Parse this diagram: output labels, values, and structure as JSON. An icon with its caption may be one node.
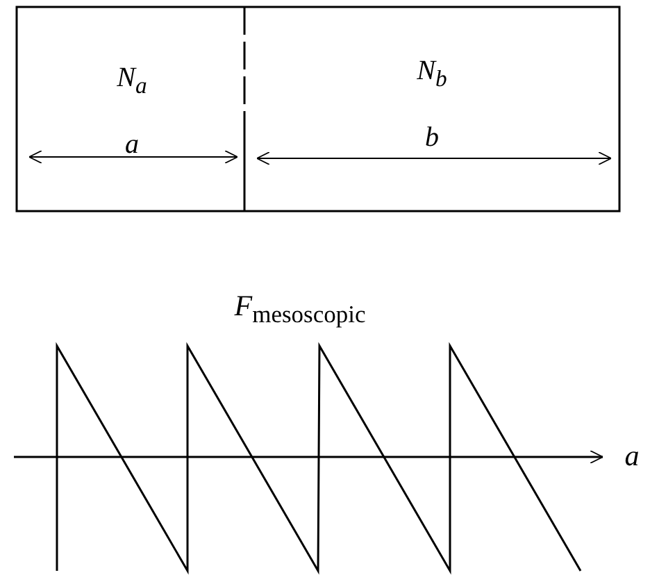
{
  "diagram": {
    "nodes": [
      {
        "text": [
          "N$_{a}$",
          "a"
        ]
      },
      {
        "text": [
          "N$_{b}$",
          "b"
        ]
      }
    ],
    "labels": [
      "*F*$_{mesoscopic}$",
      "a"
    ]
  }
}
